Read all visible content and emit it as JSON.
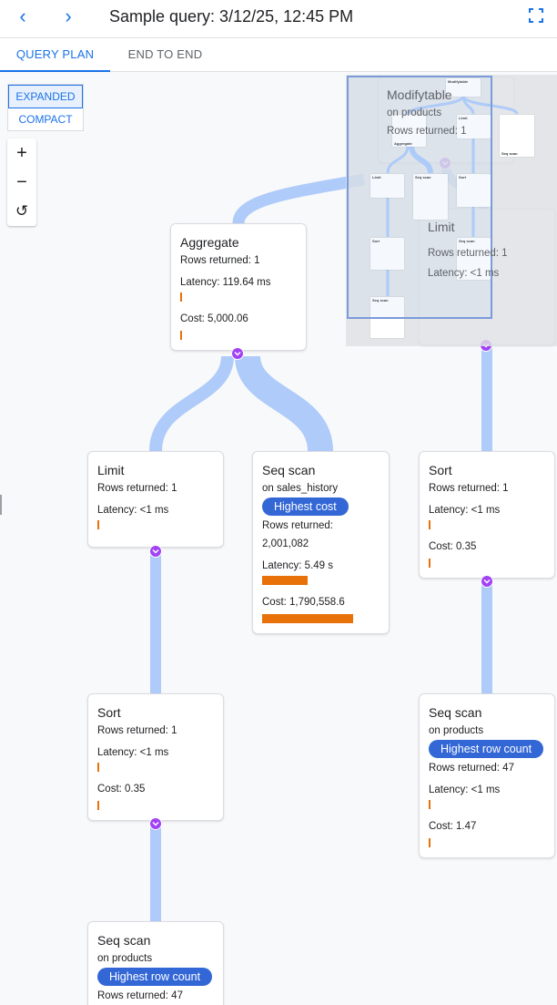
{
  "header": {
    "title": "Sample query: 3/12/25, 12:45 PM",
    "back_icon": "chevron-left-icon",
    "forward_icon": "chevron-right-icon",
    "fullscreen_icon": "fullscreen-icon"
  },
  "tabs": [
    {
      "label": "QUERY PLAN",
      "active": true
    },
    {
      "label": "END TO END",
      "active": false
    }
  ],
  "view_mode": {
    "options": [
      "EXPANDED",
      "COMPACT"
    ],
    "selected": "EXPANDED"
  },
  "zoom_controls": {
    "zoom_in": "+",
    "zoom_out": "−",
    "reset": "↺"
  },
  "colors": {
    "accent": "#1a73e8",
    "edge": "#aecbfa",
    "bar": "#e8710a",
    "badge": "#3367d6",
    "expand": "#a142f4"
  },
  "nodes": {
    "modifytable": {
      "title": "Modifytable",
      "on": "on products",
      "rows": "Rows returned: 1"
    },
    "limit_right": {
      "title": "Limit",
      "rows": "Rows returned: 1",
      "latency": "Latency: <1 ms"
    },
    "aggregate": {
      "title": "Aggregate",
      "rows": "Rows returned: 1",
      "latency": "Latency: 119.64 ms",
      "cost": "Cost: 5,000.06"
    },
    "limit": {
      "title": "Limit",
      "rows": "Rows returned: 1",
      "latency": "Latency: <1 ms"
    },
    "seq_sales": {
      "title": "Seq scan",
      "on": "on sales_history",
      "badge": "Highest cost",
      "rows": "Rows returned:",
      "rows_value": "2,001,082",
      "latency": "Latency: 5.49 s",
      "cost": "Cost: 1,790,558.6"
    },
    "sort_right": {
      "title": "Sort",
      "rows": "Rows returned: 1",
      "latency": "Latency: <1 ms",
      "cost": "Cost: 0.35"
    },
    "sort_left": {
      "title": "Sort",
      "rows": "Rows returned: 1",
      "latency": "Latency: <1 ms",
      "cost": "Cost: 0.35"
    },
    "seq_products_right": {
      "title": "Seq scan",
      "on": "on products",
      "badge": "Highest row count",
      "rows": "Rows returned: 47",
      "latency": "Latency: <1 ms",
      "cost": "Cost: 1.47"
    },
    "seq_products_bottom": {
      "title": "Seq scan",
      "on": "on products",
      "badge": "Highest row count",
      "rows": "Rows returned: 47"
    }
  },
  "minimap": {
    "nodes": [
      "Modifytable",
      "Aggregate",
      "Limit",
      "Seq scan",
      "Limit",
      "Seq scan",
      "Sort",
      "Sort",
      "Seq scan",
      "Seq scan"
    ]
  }
}
